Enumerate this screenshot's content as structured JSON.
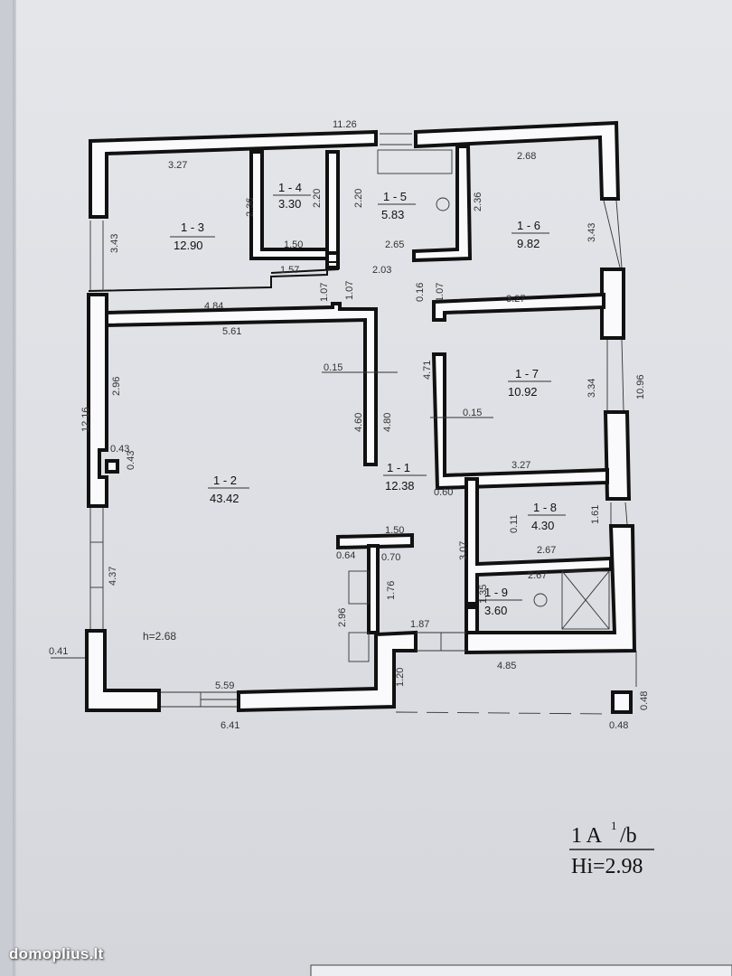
{
  "plan": {
    "overall_width": "11.26",
    "overall_height": "12.16",
    "right_height": "10.96",
    "ceiling_height_label": "h=2.68",
    "rooms": [
      {
        "id": "1 - 1",
        "area": "12.38"
      },
      {
        "id": "1 - 2",
        "area": "43.42"
      },
      {
        "id": "1 - 3",
        "area": "12.90"
      },
      {
        "id": "1 - 4",
        "area": "3.30"
      },
      {
        "id": "1 - 5",
        "area": "5.83"
      },
      {
        "id": "1 - 6",
        "area": "9.82"
      },
      {
        "id": "1 - 7",
        "area": "10.92"
      },
      {
        "id": "1 - 8",
        "area": "4.30"
      },
      {
        "id": "1 - 9",
        "area": "3.60"
      }
    ],
    "dims": [
      "3.27",
      "2.68",
      "2.36",
      "2.20",
      "2.20",
      "2.36",
      "3.43",
      "3.43",
      "1.50",
      "2.65",
      "1.57",
      "2.03",
      "1.07",
      "1.07",
      "0.16",
      "1.07",
      "4.84",
      "3.27",
      "5.61",
      "0.15",
      "4.71",
      "3.34",
      "2.96",
      "4.60",
      "4.80",
      "0.15",
      "0.43",
      "0.43",
      "3.27",
      "0.60",
      "1.61",
      "0.11",
      "1.50",
      "0.64",
      "0.70",
      "3.07",
      "2.67",
      "2.67",
      "1.35",
      "1.76",
      "4.37",
      "2.96",
      "1.87",
      "0.41",
      "5.59",
      "1.20",
      "4.85",
      "0.48",
      "6.41",
      "0.48"
    ]
  },
  "sheet": {
    "code_main": "1  A",
    "code_sup": "1",
    "code_tail": "/b",
    "hi": "Hi=2.98"
  },
  "watermark": "domoplius.lt"
}
